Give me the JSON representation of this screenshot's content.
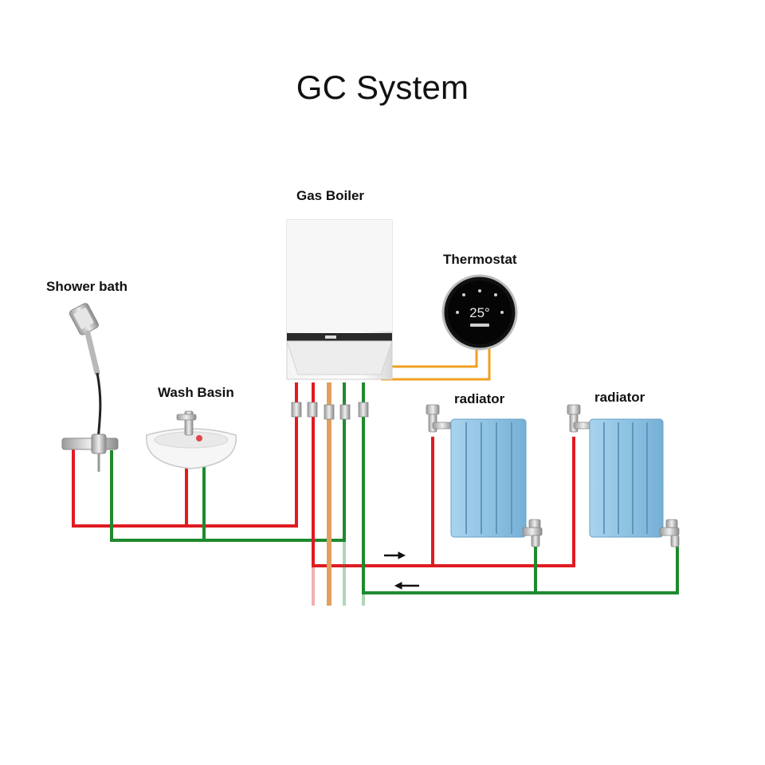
{
  "title": "GC System",
  "labels": {
    "gas_boiler": "Gas Boiler",
    "thermostat": "Thermostat",
    "shower_bath": "Shower bath",
    "wash_basin": "Wash Basin",
    "radiator_1": "radiator",
    "radiator_2": "radiator"
  },
  "thermostat_display": "25°",
  "colors": {
    "hot_pipe": "#e01b22",
    "return_pipe": "#1e8a2e",
    "gas_pipe": "#e0a060",
    "control_wire": "#f0a020",
    "radiator": "#8fc3e2"
  },
  "flow_arrows": [
    "right",
    "left"
  ]
}
